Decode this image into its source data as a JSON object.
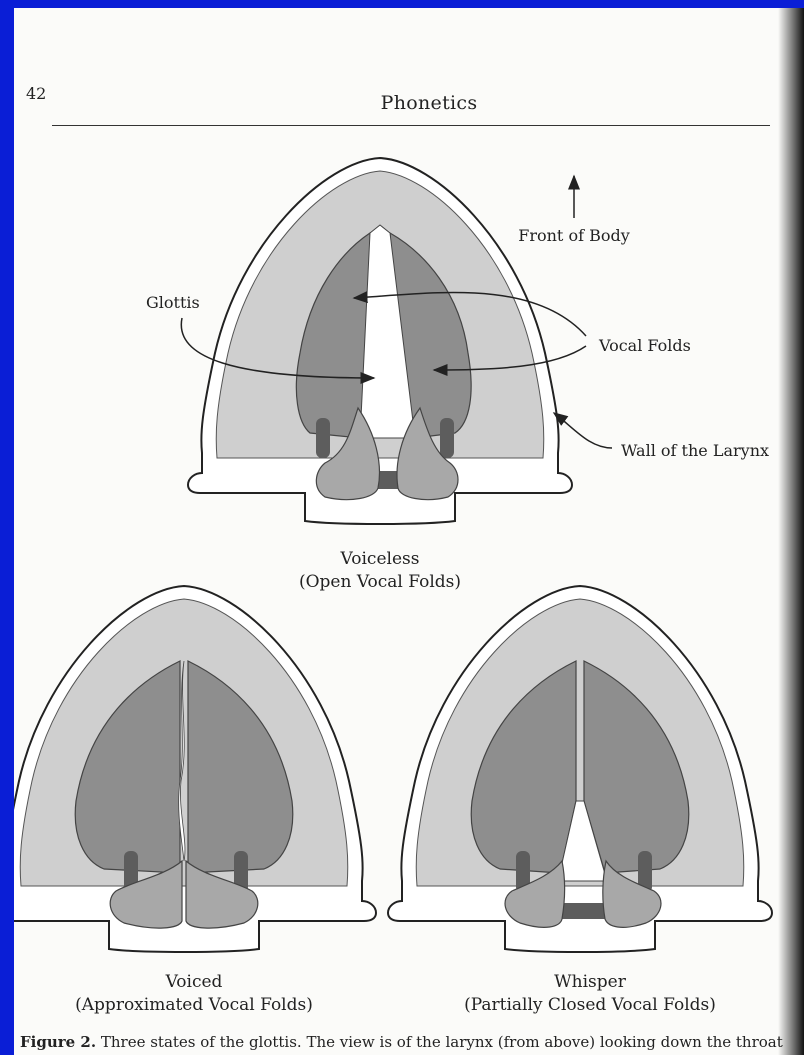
{
  "page": {
    "number": "42",
    "running_head": "Phonetics"
  },
  "labels": {
    "front_of_body": "Front of Body",
    "glottis": "Glottis",
    "vocal_folds": "Vocal Folds",
    "wall_of_larynx": "Wall of the Larynx"
  },
  "panels": [
    {
      "title": "Voiceless",
      "subtitle": "(Open Vocal Folds)"
    },
    {
      "title": "Voiced",
      "subtitle": "(Approximated Vocal Folds)"
    },
    {
      "title": "Whisper",
      "subtitle": "(Partially Closed Vocal Folds)"
    }
  ],
  "caption": {
    "label": "Figure 2.",
    "text": "Three states of the glottis. The view is of the larynx (from above) looking down the throat"
  },
  "colors": {
    "background": "#0a1ed6",
    "paper": "#fbfbf9",
    "wall_fill": "#cfcfcf",
    "fold_fill": "#8e8e8e",
    "cartilage_fill": "#a8a8a8",
    "dark_fill": "#5d5d5d"
  }
}
